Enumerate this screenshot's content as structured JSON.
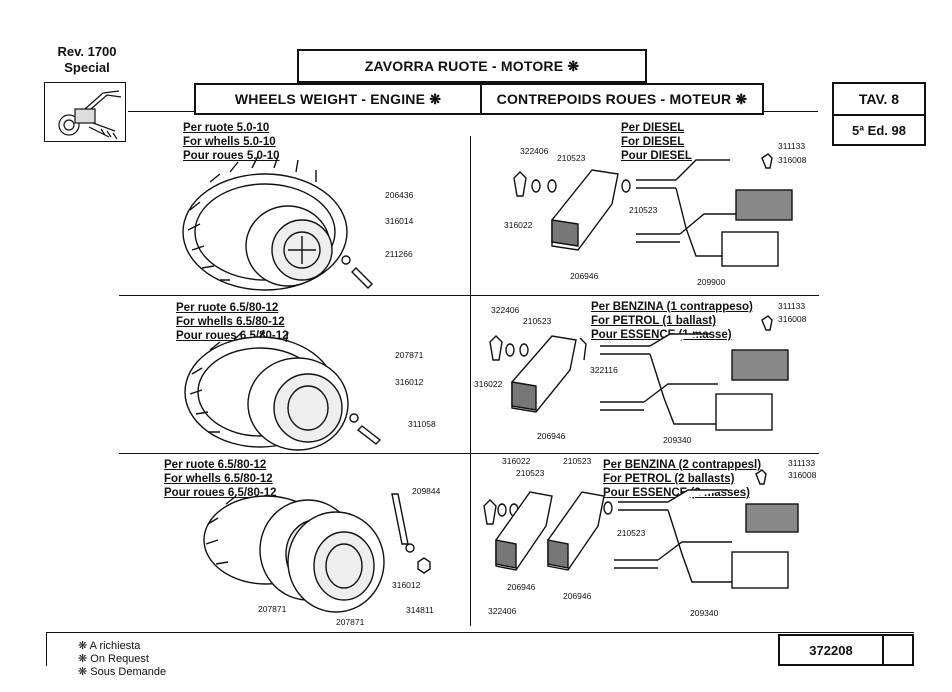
{
  "header": {
    "revision": "Rev. 1700",
    "model": "Special",
    "title_it": "ZAVORRA RUOTE - MOTORE ❋",
    "title_en": "WHEELS WEIGHT - ENGINE ❋",
    "title_fr": "CONTREPOIDS ROUES - MOTEUR ❋",
    "table": "TAV. 8",
    "edition": "5ª Ed. 98"
  },
  "sections": {
    "wheel_1": {
      "captions": [
        "Per ruote 5.0-10",
        "For whells 5.0-10",
        "Pour roues 5.0-10"
      ],
      "parts": [
        "206436",
        "316014",
        "211266"
      ]
    },
    "wheel_2": {
      "captions": [
        "Per ruote 6.5/80-12",
        "For whells 6.5/80-12",
        "Pour roues 6.5/80-12"
      ],
      "parts": [
        "207871",
        "316012",
        "311058"
      ]
    },
    "wheel_3": {
      "captions": [
        "Per ruote 6.5/80-12",
        "For whells 6.5/80-12",
        "Pour roues 6.5/80-12"
      ],
      "parts": [
        "209844",
        "316012",
        "314811",
        "207871",
        "207871"
      ]
    },
    "engine_1": {
      "captions": [
        "Per DIESEL",
        "For DIESEL",
        "Pour DIESEL"
      ],
      "parts": [
        "322406",
        "210523",
        "316022",
        "206946",
        "210523",
        "311133",
        "316008",
        "209900"
      ]
    },
    "engine_2": {
      "captions": [
        "Per BENZINA (1 contrappeso)",
        "For PETROL (1 ballast)",
        "Pour ESSENCE (1 masse)"
      ],
      "parts": [
        "322406",
        "210523",
        "316022",
        "206946",
        "322116",
        "311133",
        "316008",
        "209340"
      ]
    },
    "engine_3": {
      "captions": [
        "Per BENZINA (2 contrappesl)",
        "For PETROL (2 ballasts)",
        "Pour ESSENCE (2 masses)"
      ],
      "parts": [
        "316022",
        "210523",
        "210523",
        "206946",
        "206946",
        "322406",
        "210523",
        "311133",
        "316008",
        "209340"
      ]
    }
  },
  "footer": {
    "legend": [
      "❋ A richiesta",
      "❋ On Request",
      "❋ Sous Demande"
    ],
    "code": "372208"
  }
}
